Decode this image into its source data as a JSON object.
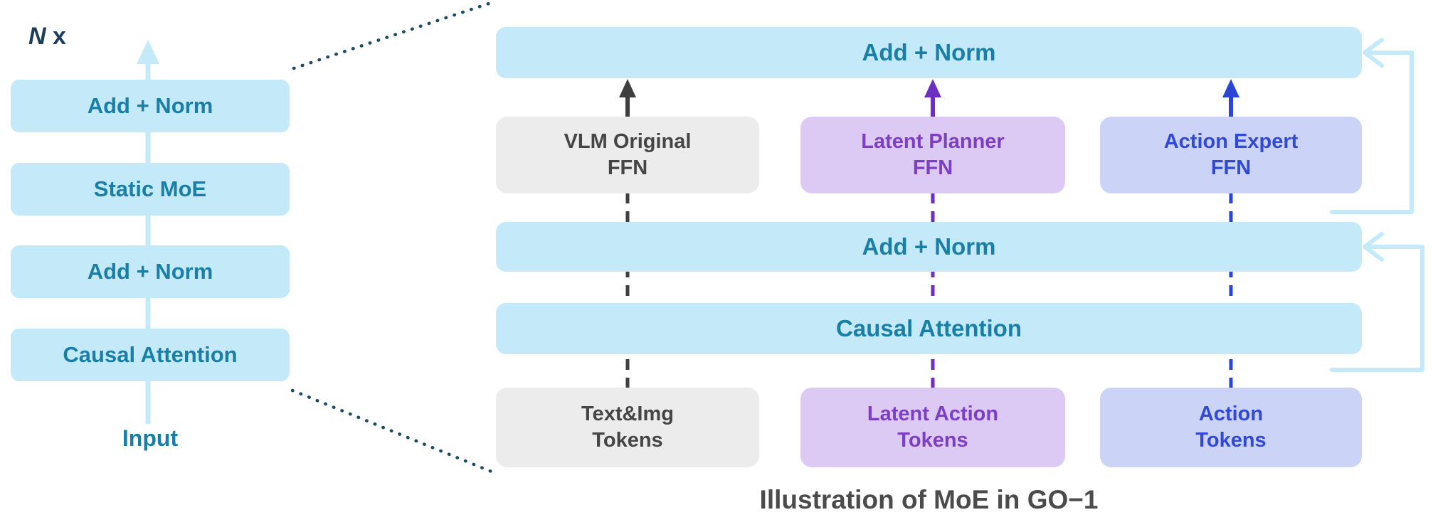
{
  "caption": "Illustration of MoE in GO−1",
  "colors": {
    "light_blue": "#c4e9f8",
    "teal_text": "#1a7fa6",
    "navy_text": "#1c3e5a",
    "gray_box": "#ececec",
    "gray_text": "#454545",
    "purple_box": "#dcc9f4",
    "purple_text": "#7d3ec6",
    "lavender_box": "#cbd3f6",
    "blue_text": "#3149d6",
    "gray_arrow": "#3f3f3f",
    "purple_arrow": "#6c2fc2",
    "blue_arrow": "#2b46d4",
    "skip_line": "#c4e9f8",
    "dotted_line": "#1d4a5f",
    "caption_text": "#4b4b4b"
  },
  "left_panel": {
    "repeat_n": "N",
    "repeat_x": " x",
    "blocks": [
      {
        "label": "Add + Norm"
      },
      {
        "label": "Static MoE"
      },
      {
        "label": "Add + Norm"
      },
      {
        "label": "Causal Attention"
      }
    ],
    "input_label": "Input"
  },
  "right_panel": {
    "top_add_norm": "Add + Norm",
    "experts": [
      {
        "label": "VLM Original\nFFN"
      },
      {
        "label": "Latent Planner\nFFN"
      },
      {
        "label": "Action Expert\nFFN"
      }
    ],
    "mid_add_norm": "Add + Norm",
    "attention": "Causal Attention",
    "tokens": [
      {
        "label": "Text&Img\nTokens"
      },
      {
        "label": "Latent Action\nTokens"
      },
      {
        "label": "Action\nTokens"
      }
    ]
  }
}
